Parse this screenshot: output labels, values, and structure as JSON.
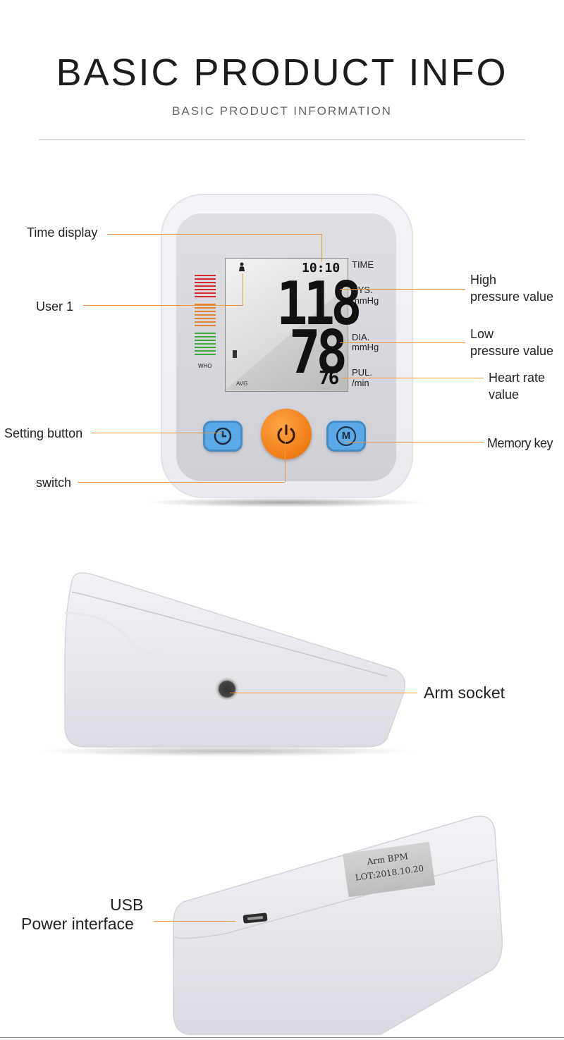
{
  "header": {
    "title": "BASIC PRODUCT INFO",
    "subtitle": "BASIC PRODUCT INFORMATION"
  },
  "front_view": {
    "callouts": {
      "time_display": "Time display",
      "user1": "User 1",
      "high_pressure_1": "High",
      "high_pressure_2": "pressure value",
      "low_pressure_1": "Low",
      "low_pressure_2": "pressure value",
      "heart_rate_1": "Heart rate",
      "heart_rate_2": "value",
      "setting_button": "Setting button",
      "switch": "switch",
      "memory_key": "Memory key"
    },
    "lcd": {
      "time": "10:10",
      "sys": "118",
      "dia": "78",
      "pul": "76",
      "avg": "AVG",
      "time_label": "TIME",
      "sys_label": "SYS.",
      "sys_unit": "mmHg",
      "dia_label": "DIA.",
      "dia_unit": "mmHg",
      "pul_label": "PUL.",
      "pul_unit": "/min"
    },
    "who_label": "WHO",
    "who_colors": [
      "#d9262c",
      "#e4862e",
      "#3bab3b"
    ],
    "button_colors": {
      "side": "#5ba9e6",
      "power": "#f07d14"
    },
    "memory_button_glyph": "M"
  },
  "side_view": {
    "callouts": {
      "arm_socket": "Arm socket"
    }
  },
  "bottom_view": {
    "callouts": {
      "usb_1": "USB",
      "usb_2": "Power interface"
    },
    "plate": {
      "line1": "Arm BPM",
      "line2": "LOT:2018.10.20"
    }
  }
}
